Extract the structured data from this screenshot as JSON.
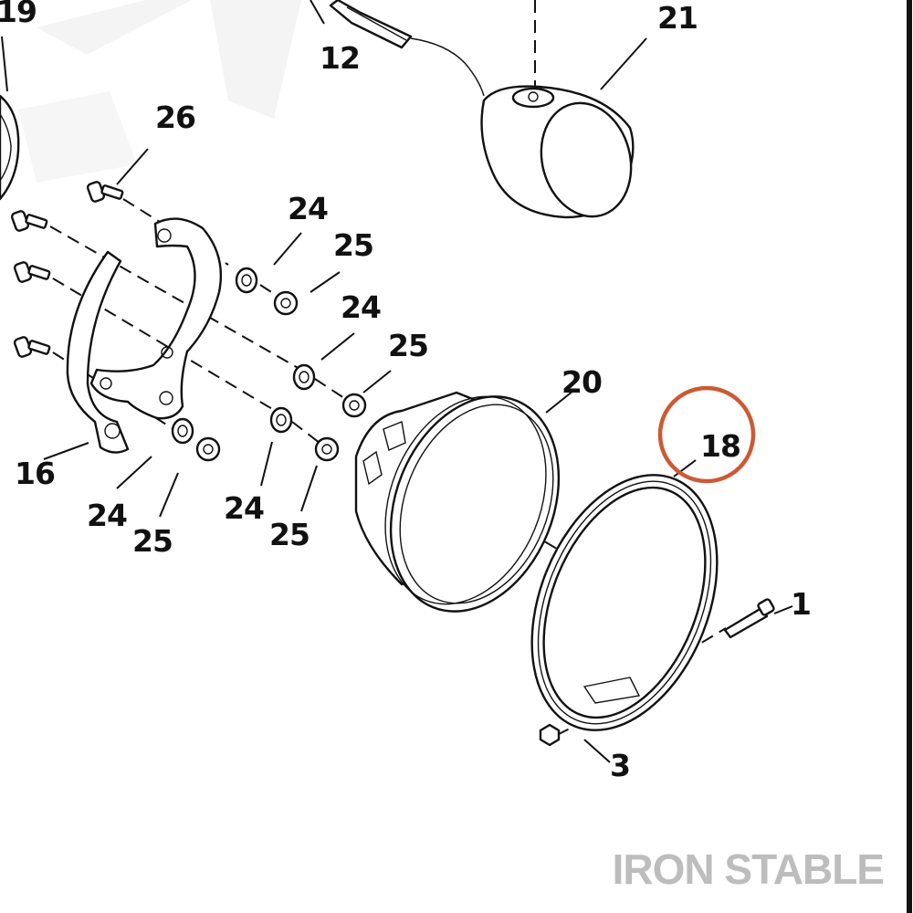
{
  "brand": {
    "watermark": "IRON STABLE",
    "watermark_color": "#bdbdbd",
    "highlight_color": "#cc5a33"
  },
  "callouts": [
    {
      "id": "c19",
      "label": "19"
    },
    {
      "id": "c12",
      "label": "12"
    },
    {
      "id": "c21",
      "label": "21"
    },
    {
      "id": "c26",
      "label": "26"
    },
    {
      "id": "c24a",
      "label": "24"
    },
    {
      "id": "c25a",
      "label": "25"
    },
    {
      "id": "c24b",
      "label": "24"
    },
    {
      "id": "c25b",
      "label": "25"
    },
    {
      "id": "c20",
      "label": "20"
    },
    {
      "id": "c18",
      "label": "18"
    },
    {
      "id": "c16",
      "label": "16"
    },
    {
      "id": "c24c",
      "label": "24"
    },
    {
      "id": "c25c",
      "label": "25"
    },
    {
      "id": "c24d",
      "label": "24"
    },
    {
      "id": "c25d",
      "label": "25"
    },
    {
      "id": "c1",
      "label": "1"
    },
    {
      "id": "c3",
      "label": "3"
    }
  ],
  "highlighted_callout": "18"
}
